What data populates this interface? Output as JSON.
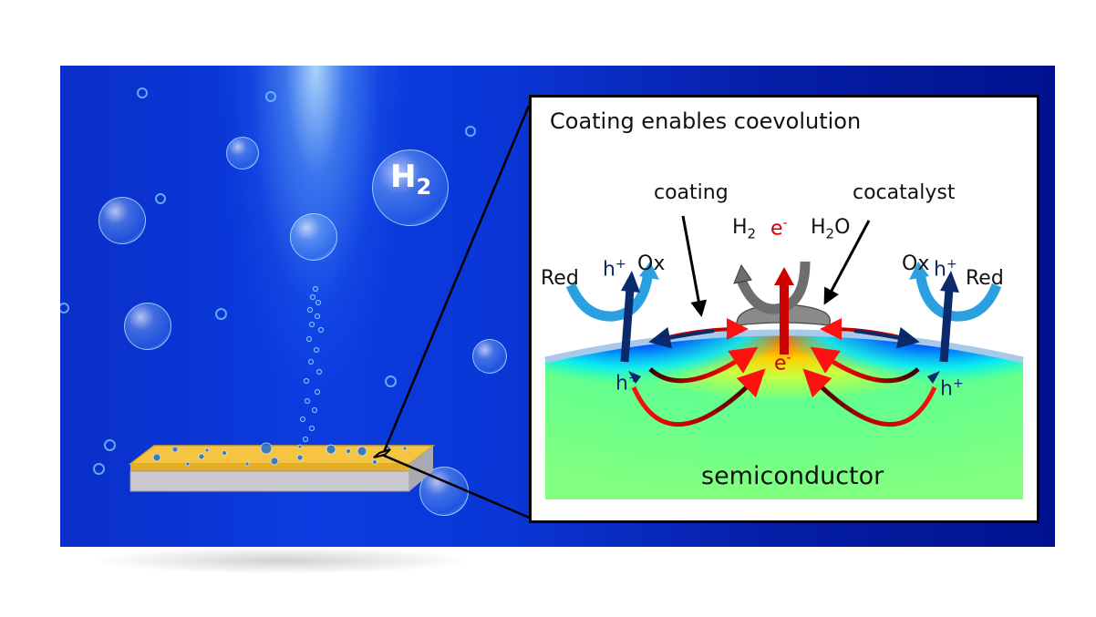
{
  "scene": {
    "background_color": "#0a36d6",
    "bubble_label": {
      "main": "H",
      "subscript": "2"
    },
    "substrate": {
      "top_color": "#f5c443",
      "base_color": "#c9c9cf"
    }
  },
  "inset": {
    "title": "Coating enables coevolution",
    "labels": {
      "coating": "coating",
      "cocatalyst": "cocatalyst",
      "h2_main": "H",
      "h2_sub": "2",
      "h2o_main": "H",
      "h2o_sub": "2",
      "h2o_tail": "O",
      "e_top": "e",
      "e_center": "e",
      "e_sup": "-",
      "left_red": "Red",
      "left_hplus": "h",
      "left_ox": "Ox",
      "right_ox": "Ox",
      "right_hplus": "h",
      "right_red": "Red",
      "plus_sup": "+",
      "left_hplus_inner": "h",
      "right_hplus_inner": "h",
      "semiconductor": "semiconductor"
    },
    "colors": {
      "electron": "#cc0000",
      "hole": "#0a2a6b",
      "redox_arrow": "#2aa0e0",
      "cocatalyst": "#8a8a8a",
      "coating": "#a9c9ea"
    }
  }
}
